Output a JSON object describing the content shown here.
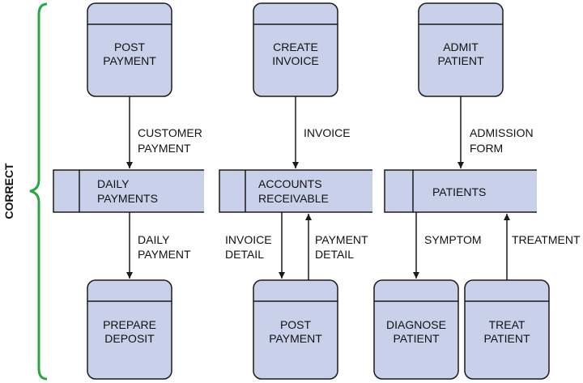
{
  "colors": {
    "fill": "#c9d1ea",
    "stroke": "#1a1a1a",
    "brace": "#2aa644"
  },
  "side_label": "CORRECT",
  "processes": [
    {
      "id": "post-payment-top",
      "line1": "POST",
      "line2": "PAYMENT"
    },
    {
      "id": "create-invoice",
      "line1": "CREATE",
      "line2": "INVOICE"
    },
    {
      "id": "admit-patient",
      "line1": "ADMIT",
      "line2": "PATIENT"
    },
    {
      "id": "prepare-deposit",
      "line1": "PREPARE",
      "line2": "DEPOSIT"
    },
    {
      "id": "post-payment-bottom",
      "line1": "POST",
      "line2": "PAYMENT"
    },
    {
      "id": "diagnose-patient",
      "line1": "DIAGNOSE",
      "line2": "PATIENT"
    },
    {
      "id": "treat-patient",
      "line1": "TREAT",
      "line2": "PATIENT"
    }
  ],
  "stores": [
    {
      "id": "daily-payments",
      "line1": "DAILY",
      "line2": "PAYMENTS"
    },
    {
      "id": "accounts-receivable",
      "line1": "ACCOUNTS",
      "line2": "RECEIVABLE"
    },
    {
      "id": "patients",
      "line1": "PATIENTS",
      "line2": ""
    }
  ],
  "flows": [
    {
      "id": "customer-payment",
      "line1": "CUSTOMER",
      "line2": "PAYMENT"
    },
    {
      "id": "invoice",
      "line1": "INVOICE",
      "line2": ""
    },
    {
      "id": "admission-form",
      "line1": "ADMISSION",
      "line2": "FORM"
    },
    {
      "id": "daily-payment",
      "line1": "DAILY",
      "line2": "PAYMENT"
    },
    {
      "id": "invoice-detail",
      "line1": "INVOICE",
      "line2": "DETAIL"
    },
    {
      "id": "payment-detail",
      "line1": "PAYMENT",
      "line2": "DETAIL"
    },
    {
      "id": "symptom",
      "line1": "SYMPTOM",
      "line2": ""
    },
    {
      "id": "treatment",
      "line1": "TREATMENT",
      "line2": ""
    }
  ]
}
